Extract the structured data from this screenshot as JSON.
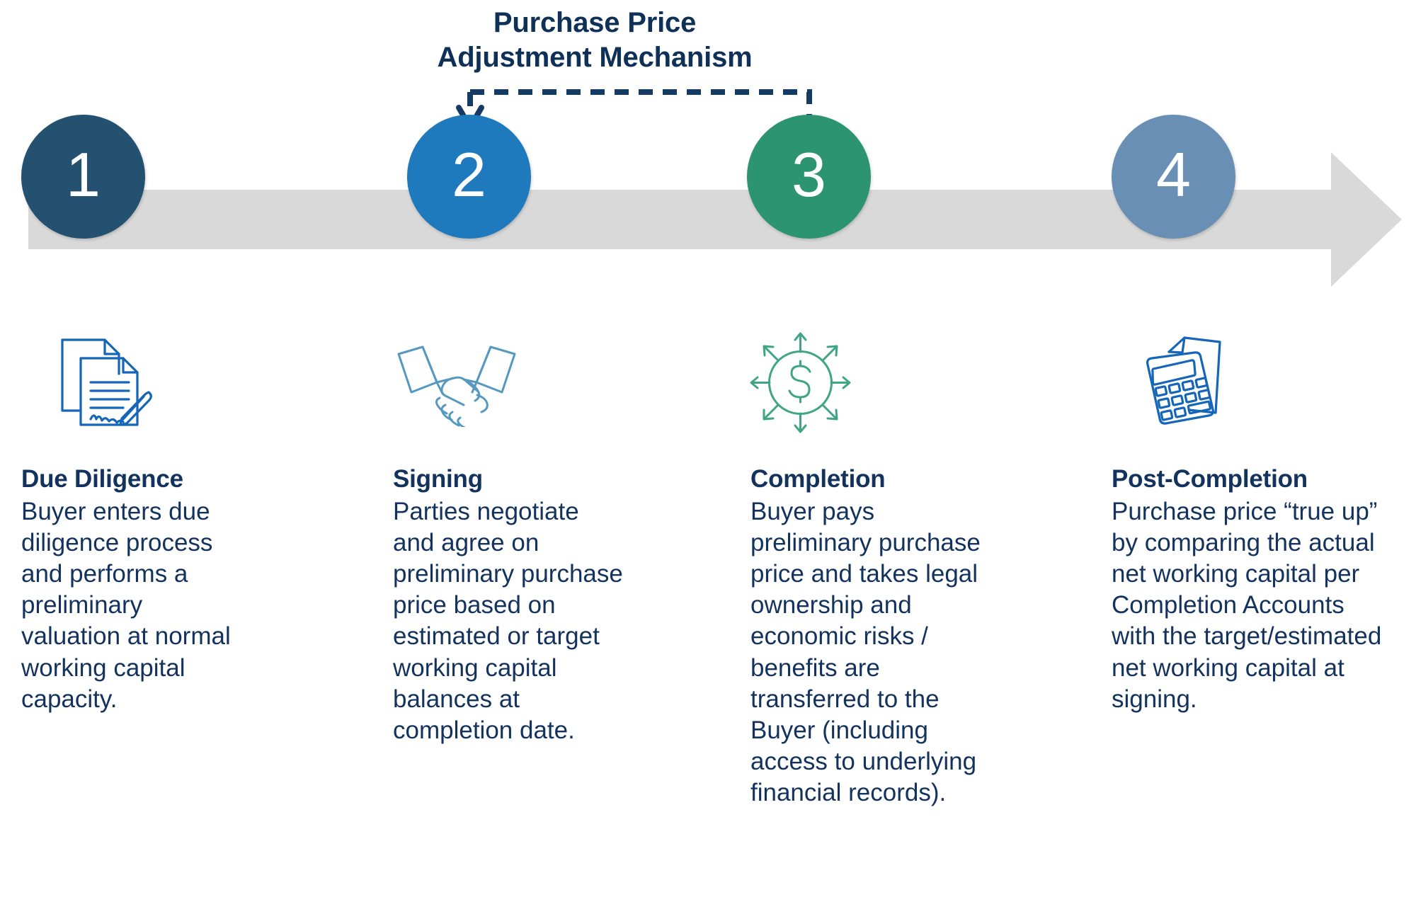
{
  "title": {
    "line1": "Purchase Price",
    "line2": "Adjustment Mechanism"
  },
  "colors": {
    "title_text": "#0f3057",
    "body_text": "#13335e",
    "connector": "#153a63",
    "timeline_bar": "#d9d9d9",
    "step1": "#255170",
    "step2": "#1f79bd",
    "step3": "#2d9472",
    "step4": "#6a8fb5",
    "icon1": "#1565b8",
    "icon2": "#5598c0",
    "icon3": "#3fa584",
    "icon4": "#1565b8"
  },
  "connector": {
    "label": "Purchase Price Adjustment Mechanism",
    "from_step": "3",
    "to_step": "2",
    "style": "dashed"
  },
  "steps": [
    {
      "number": "1",
      "icon": "document-signature-icon",
      "heading": "Due Diligence",
      "body": "Buyer enters due diligence process and performs a preliminary valuation at normal working capital capacity."
    },
    {
      "number": "2",
      "icon": "handshake-icon",
      "heading": "Signing",
      "body": "Parties negotiate and agree on preliminary purchase price based on estimated or target working capital balances at completion date."
    },
    {
      "number": "3",
      "icon": "dollar-distribution-icon",
      "heading": "Completion",
      "body": "Buyer pays preliminary purchase price and takes legal ownership and economic risks / benefits are transferred to the Buyer (including access to underlying financial records)."
    },
    {
      "number": "4",
      "icon": "calculator-document-icon",
      "heading": "Post-Completion",
      "body": "Purchase price “true up” by comparing the actual net working capital per Completion Accounts with the target/estimated net working capital at signing."
    }
  ]
}
